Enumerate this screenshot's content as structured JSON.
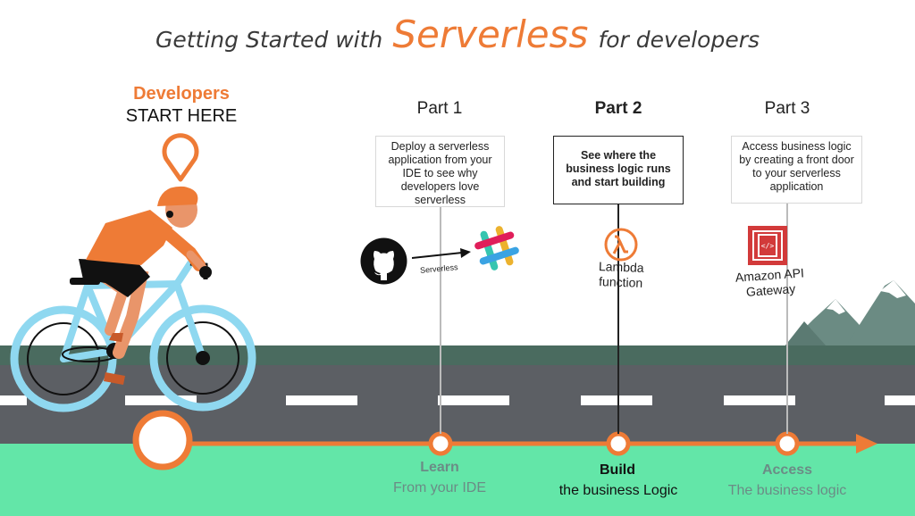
{
  "title": {
    "prefix": "Getting Started with",
    "highlight": "Serverless",
    "suffix": "for developers"
  },
  "start": {
    "line1": "Developers",
    "line2": "START HERE"
  },
  "parts": [
    {
      "label": "Part 1",
      "text": "Deploy a serverless application from your IDE to see why developers love serverless"
    },
    {
      "label": "Part 2",
      "text": "See where the business logic runs and start building"
    },
    {
      "label": "Part 3",
      "text": "Access business logic by creating a front door to your serverless application"
    }
  ],
  "icons": {
    "github": "github-icon",
    "slack": "slack-icon",
    "arrow_label": "Serverless",
    "lambda": "lambda-icon",
    "lambda_label": "Lambda function",
    "apigw": "api-gateway-icon",
    "apigw_label": "Amazon API Gateway"
  },
  "stages": [
    {
      "title": "Learn",
      "subtitle": "From your IDE"
    },
    {
      "title": "Build",
      "subtitle": "the business Logic"
    },
    {
      "title": "Access",
      "subtitle": "The business logic"
    }
  ],
  "colors": {
    "accent": "#ee7b36",
    "road": "#5c5f64",
    "grass": "#63e6a8",
    "hills": "#4a6b5f",
    "bike": "#8fd8f0",
    "start_text": "#ee7b36"
  }
}
